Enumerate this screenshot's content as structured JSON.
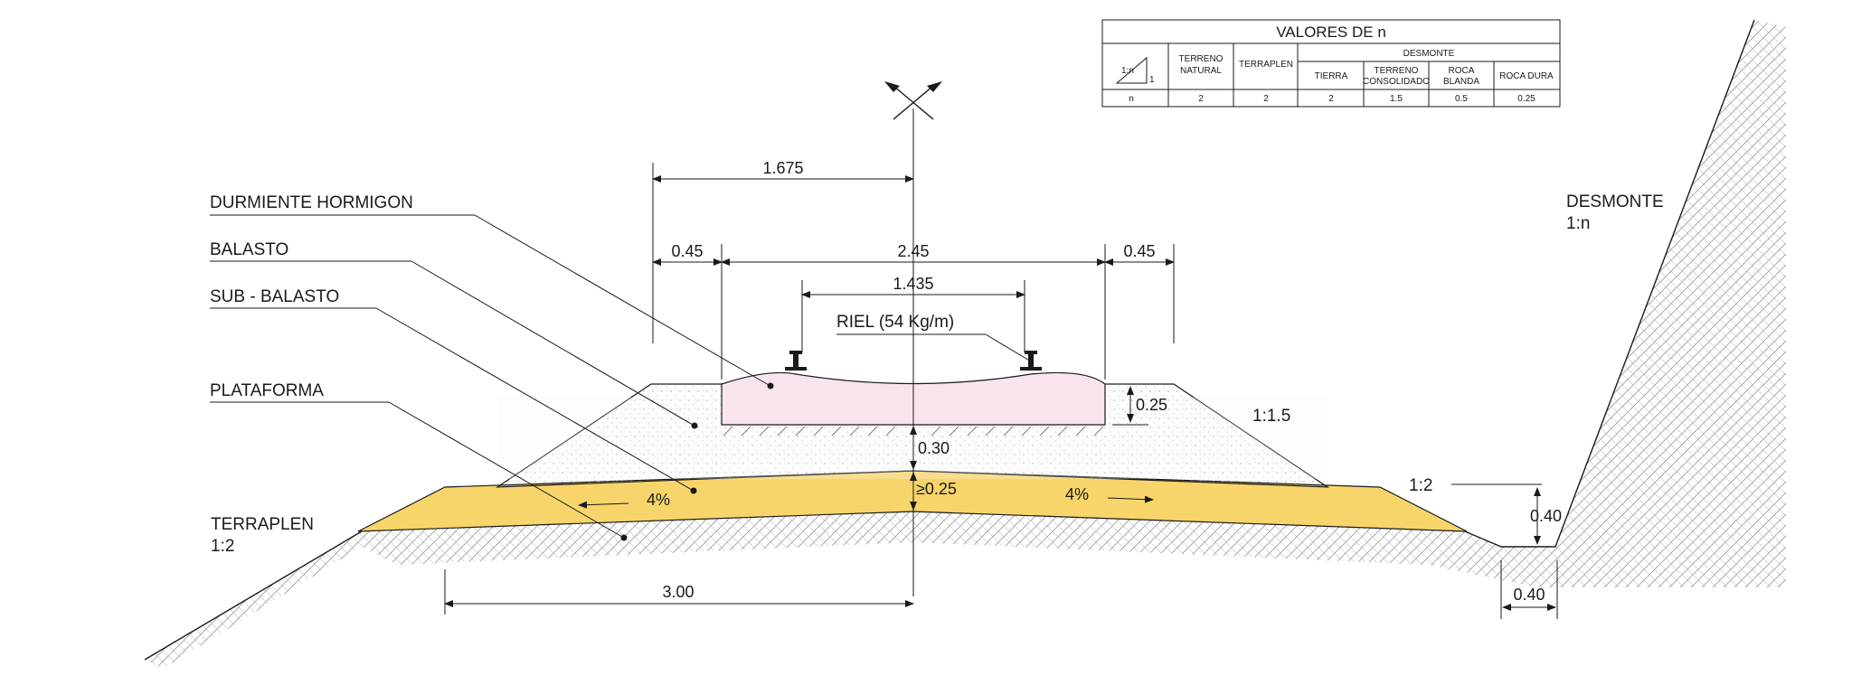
{
  "labels": {
    "durmiente": "DURMIENTE HORMIGON",
    "balasto": "BALASTO",
    "sub_balasto": "SUB - BALASTO",
    "plataforma": "PLATAFORMA",
    "terraplen": "TERRAPLEN",
    "terraplen_slope": "1:2",
    "desmonte": "DESMONTE",
    "desmonte_slope": "1:n",
    "riel": "RIEL (54 Kg/m)"
  },
  "dimensions": {
    "half_track": "1.675",
    "shoulder_left": "0.45",
    "sleeper_width": "2.45",
    "shoulder_right": "0.45",
    "gauge": "1.435",
    "sleeper_height": "0.25",
    "ballast_depth": "0.30",
    "sub_ballast_depth": "≥0.25",
    "half_platform": "3.00",
    "ditch_depth": "0.40",
    "ditch_width": "0.40"
  },
  "slopes": {
    "ballast_side": "1:1.5",
    "sub_ballast_side": "1:2",
    "crossfall_left": "4%",
    "crossfall_right": "4%"
  },
  "table": {
    "title": "VALORES DE n",
    "triangle_label_slope": "1:n",
    "triangle_label_one": "1",
    "row_label": "n",
    "group_header": "DESMONTE",
    "columns": [
      {
        "header_l1": "TERRENO",
        "header_l2": "NATURAL",
        "value": "2"
      },
      {
        "header_l1": "TERRAPLEN",
        "header_l2": "",
        "value": "2"
      },
      {
        "header_l1": "TIERRA",
        "header_l2": "",
        "value": "2"
      },
      {
        "header_l1": "TERRENO",
        "header_l2": "CONSOLIDADO",
        "value": "1.5"
      },
      {
        "header_l1": "ROCA",
        "header_l2": "BLANDA",
        "value": "0.5"
      },
      {
        "header_l1": "ROCA DURA",
        "header_l2": "",
        "value": "0.25"
      }
    ]
  },
  "colors": {
    "sub_ballast_fill": "#f7d56a",
    "sleeper_fill": "#f9e3ef",
    "ballast_fill": "#f2f2f2",
    "ink": "#1a1a1a"
  }
}
